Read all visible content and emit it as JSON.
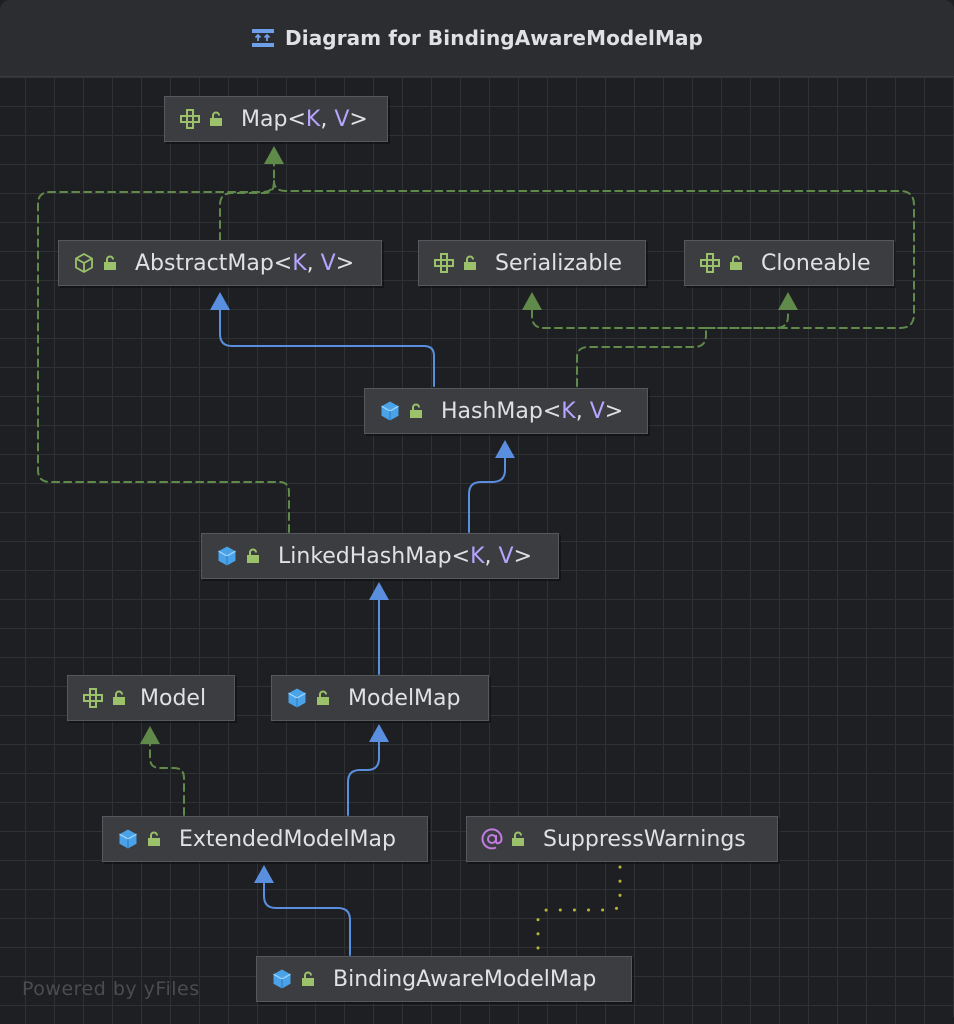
{
  "window": {
    "title": "Diagram for BindingAwareModelMap",
    "title_icon": "diagram-icon"
  },
  "nodes": {
    "map": {
      "name": "Map",
      "type_params": [
        "K",
        "V"
      ],
      "kind": "interface"
    },
    "abstract_map": {
      "name": "AbstractMap",
      "type_params": [
        "K",
        "V"
      ],
      "kind": "abstract-class"
    },
    "serializable": {
      "name": "Serializable",
      "kind": "interface"
    },
    "cloneable": {
      "name": "Cloneable",
      "kind": "interface"
    },
    "hash_map": {
      "name": "HashMap",
      "type_params": [
        "K",
        "V"
      ],
      "kind": "class"
    },
    "linked_hash_map": {
      "name": "LinkedHashMap",
      "type_params": [
        "K",
        "V"
      ],
      "kind": "class"
    },
    "model": {
      "name": "Model",
      "kind": "interface"
    },
    "model_map": {
      "name": "ModelMap",
      "kind": "class"
    },
    "extended_model_map": {
      "name": "ExtendedModelMap",
      "kind": "class"
    },
    "suppress_warnings": {
      "name": "SuppressWarnings",
      "kind": "annotation"
    },
    "binding_aware_model_map": {
      "name": "BindingAwareModelMap",
      "kind": "class"
    }
  },
  "relations": [
    {
      "from": "AbstractMap",
      "to": "Map",
      "type": "implements"
    },
    {
      "from": "HashMap",
      "to": "AbstractMap",
      "type": "extends"
    },
    {
      "from": "HashMap",
      "to": "Map",
      "type": "implements"
    },
    {
      "from": "HashMap",
      "to": "Serializable",
      "type": "implements"
    },
    {
      "from": "HashMap",
      "to": "Cloneable",
      "type": "implements"
    },
    {
      "from": "LinkedHashMap",
      "to": "HashMap",
      "type": "extends"
    },
    {
      "from": "LinkedHashMap",
      "to": "Map",
      "type": "implements"
    },
    {
      "from": "ModelMap",
      "to": "LinkedHashMap",
      "type": "extends"
    },
    {
      "from": "ExtendedModelMap",
      "to": "ModelMap",
      "type": "extends"
    },
    {
      "from": "ExtendedModelMap",
      "to": "Model",
      "type": "implements"
    },
    {
      "from": "BindingAwareModelMap",
      "to": "ExtendedModelMap",
      "type": "extends"
    },
    {
      "from": "BindingAwareModelMap",
      "to": "SuppressWarnings",
      "type": "annotated-by"
    }
  ],
  "colors": {
    "extends": "#5a8fe0",
    "implements": "#5f8a4a",
    "annotation_link": "#b5b23a",
    "type_param": "#b7a4ff"
  },
  "watermark": "Powered by yFiles"
}
